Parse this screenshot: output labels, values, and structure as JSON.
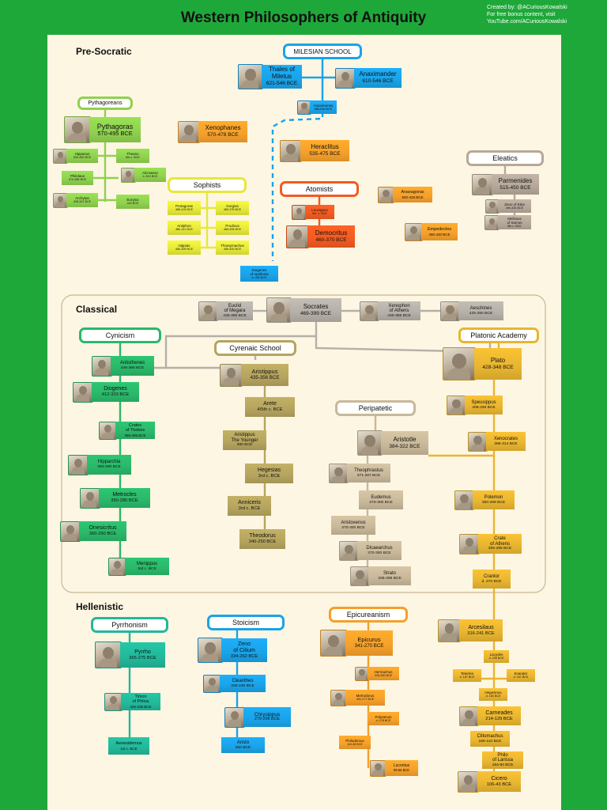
{
  "title": "Western Philosophers of Antiquity",
  "credit": "Created by: @ACuriousKowalski\nFor free bonus content, visit\nYouTube.com/ACuriousKowalski",
  "colors": {
    "frame": "#1fa83a",
    "panel": "#fdf6e3",
    "milesian": "#1aa3e8",
    "pythagorean": "#8fd14f",
    "sophist": "#e6e83a",
    "xenophanes": "#f5a02a",
    "heraclitus": "#f5a02a",
    "atomist": "#f25b22",
    "pluralist": "#f5a02a",
    "eleatic": "#b5a89a",
    "socratic": "#b5b0a8",
    "cynic": "#2ab86a",
    "cyrenaic": "#b5a45e",
    "peripatetic": "#c8b89a",
    "platonic": "#e8b530",
    "pyrrhonist": "#22b89a",
    "stoic": "#1aa3e8",
    "epicurean": "#f5a02a"
  },
  "eras": {
    "presocratic": "Pre-Socratic",
    "classical": "Classical",
    "hellenistic": "Hellenistic"
  },
  "schools": {
    "milesian": "MILESIAN SCHOOL",
    "pythagoreans": "Pythagoreans",
    "sophists": "Sophists",
    "atomists": "Atomists",
    "eleatics": "Eleatics",
    "cynicism": "Cynicism",
    "cyrenaic": "Cyrenaic School",
    "platonic": "Platonic Academy",
    "peripatetic": "Peripatetic",
    "pyrrhonism": "Pyrrhonism",
    "stoicism": "Stoicism",
    "epicureanism": "Epicureanism"
  },
  "people": {
    "thales": {
      "name": "Thales of\nMiletus",
      "dates": "621-546 BCE"
    },
    "anaximander": {
      "name": "Anaximander",
      "dates": "610-546 BCE"
    },
    "anaximenes": {
      "name": "Anaximenes",
      "dates": "586-526 BCE"
    },
    "pythagoras": {
      "name": "Pythagoras",
      "dates": "570-495 BCE"
    },
    "hippasus": {
      "name": "Hippasus",
      "dates": "530-450 BCE"
    },
    "theano": {
      "name": "Theano",
      "dates": "6th c. BCE"
    },
    "philolaus": {
      "name": "Philolaus",
      "dates": "470-385 BCE"
    },
    "alcmaeon": {
      "name": "Alcmaeon",
      "dates": "b. 510 BCE"
    },
    "archytas": {
      "name": "Archytas",
      "dates": "428-347 BCE"
    },
    "eurytus": {
      "name": "Eurytus",
      "dates": "440 BCE"
    },
    "xenophanes": {
      "name": "Xenophanes",
      "dates": "570-478 BCE"
    },
    "heraclitus": {
      "name": "Heraclitus",
      "dates": "535-475 BCE"
    },
    "protagoras": {
      "name": "Protagoras",
      "dates": "485-415 BCE"
    },
    "gorgias": {
      "name": "Gorgias",
      "dates": "483-375 BCE"
    },
    "antiphon": {
      "name": "Antiphon",
      "dates": "480-411 BCE"
    },
    "prodicus": {
      "name": "Prodicus",
      "dates": "465-395 BCE"
    },
    "hippias": {
      "name": "Hippias",
      "dates": "460-399 BCE"
    },
    "thrasymachus": {
      "name": "Thrasymachus",
      "dates": "459-400 BCE"
    },
    "leucippus": {
      "name": "Leucippus",
      "dates": "5th. c. BCE"
    },
    "democritus": {
      "name": "Democritus",
      "dates": "460-370 BCE"
    },
    "anaxagoras": {
      "name": "Anaxagoras",
      "dates": "500-428 BCE"
    },
    "empedocles": {
      "name": "Empedocles",
      "dates": "490-430 BCE"
    },
    "parmenides": {
      "name": "Parmenides",
      "dates": "515-450 BCE"
    },
    "zeno_elea": {
      "name": "Zeno of Elea",
      "dates": "490-430 BCE"
    },
    "melissus": {
      "name": "Melissus\nof Samos",
      "dates": "5th c. BCE"
    },
    "diogenes_apollonia": {
      "name": "Diogenes\nof Apollonia",
      "dates": "b. 460 BCE"
    },
    "euclid": {
      "name": "Euclid\nof Megara",
      "dates": "435-365 BCE"
    },
    "socrates": {
      "name": "Socrates",
      "dates": "469-399 BCE"
    },
    "xenophon": {
      "name": "Xenophon\nof Athens",
      "dates": "430-355 BCE"
    },
    "aeschines": {
      "name": "Aeschines",
      "dates": "425-350 BCE"
    },
    "antisthenes": {
      "name": "Antisthenes",
      "dates": "446-366 BCE"
    },
    "diogenes": {
      "name": "Diogenes",
      "dates": "412-323 BCE"
    },
    "crates_thebes": {
      "name": "Crates\nof Thebes",
      "dates": "365-285 BCE"
    },
    "hipparchia": {
      "name": "Hipparchia",
      "dates": "350-280 BCE"
    },
    "metrocles": {
      "name": "Metrocles",
      "dates": "350-280 BCE"
    },
    "onesicritus": {
      "name": "Onesicritus",
      "dates": "360-290 BCE"
    },
    "menippus": {
      "name": "Menippus",
      "dates": "3rd c. BCE"
    },
    "aristippus": {
      "name": "Aristippus",
      "dates": "435-356 BCE"
    },
    "arete": {
      "name": "Arete",
      "dates": "4/5th c. BCE"
    },
    "aristippus_younger": {
      "name": "Aristippus\nThe Younger",
      "dates": "380 BCE"
    },
    "hegesias": {
      "name": "Hegesias",
      "dates": "3rd c. BCE"
    },
    "anniceris": {
      "name": "Anniceris",
      "dates": "3rd c. BCE"
    },
    "theodorus": {
      "name": "Theodorus",
      "dates": "340-250 BCE"
    },
    "plato": {
      "name": "Plato",
      "dates": "428-348 BCE"
    },
    "speusippus": {
      "name": "Speusippus",
      "dates": "408-339 BCE"
    },
    "xenocrates": {
      "name": "Xenocrates",
      "dates": "396-314 BCE"
    },
    "polemon": {
      "name": "Polemon",
      "dates": "350-269 BCE"
    },
    "crate_athens": {
      "name": "Crate\nof Athens",
      "dates": "365-285 BCE"
    },
    "crantor": {
      "name": "Crantor",
      "dates": "d. 270 BCE"
    },
    "aristotle": {
      "name": "Aristotle",
      "dates": "384-322 BCE"
    },
    "theophrastus": {
      "name": "Theophrastus",
      "dates": "371-287 BCE"
    },
    "eudemus": {
      "name": "Eudemus",
      "dates": "370-300 BCE"
    },
    "aristoxenus": {
      "name": "Aristoxenus",
      "dates": "370-300 BCE"
    },
    "dicaearchus": {
      "name": "Dicaearchus",
      "dates": "370-300 BCE"
    },
    "strato": {
      "name": "Strato",
      "dates": "335-269 BCE"
    },
    "pyrrho": {
      "name": "Pyrrho",
      "dates": "365-275 BCE"
    },
    "timon": {
      "name": "Timon\nof Phlius",
      "dates": "325-235 BCE"
    },
    "aenesidemus": {
      "name": "Aenesidemus",
      "dates": "1st c. BCE"
    },
    "zeno_citium": {
      "name": "Zeno\nof Citium",
      "dates": "334-262 BCE"
    },
    "cleanthes": {
      "name": "Cleanthes",
      "dates": "330-230 BCE"
    },
    "chrysippus": {
      "name": "Chrysippus",
      "dates": "279-206 BCE"
    },
    "aristo": {
      "name": "Aristo",
      "dates": "260 BCE"
    },
    "epicurus": {
      "name": "Epicurus",
      "dates": "341-270 BCE"
    },
    "hermachus": {
      "name": "Hermachus",
      "dates": "325-250 BCE"
    },
    "metrodorus": {
      "name": "Metrodorus",
      "dates": "331-277 BCE"
    },
    "polyaenus": {
      "name": "Polyaenus",
      "dates": "d. 278 BCE"
    },
    "philodemus": {
      "name": "Philodemus",
      "dates": "110-35 BCE"
    },
    "lucretius": {
      "name": "Lucretius",
      "dates": "99-55 BCE"
    },
    "arcesilaus": {
      "name": "Arcesilaus",
      "dates": "316-241 BCE"
    },
    "lacydes": {
      "name": "Lacydes",
      "dates": "d. 205 BCE"
    },
    "telecles": {
      "name": "Telecles",
      "dates": "d. 167 BCE"
    },
    "evander": {
      "name": "Evander",
      "dates": "d. 167 BCE"
    },
    "hegesinus": {
      "name": "Hegesinus",
      "dates": "d. 160 BCE"
    },
    "carneades": {
      "name": "Carneades",
      "dates": "214-129 BCE"
    },
    "clitomachus": {
      "name": "Clitomachus",
      "dates": "186-110 BCE"
    },
    "philo_larissa": {
      "name": "Philo\nof Larissa",
      "dates": "154-84 BCE"
    },
    "cicero": {
      "name": "Cicero",
      "dates": "106-43 BCE"
    }
  }
}
